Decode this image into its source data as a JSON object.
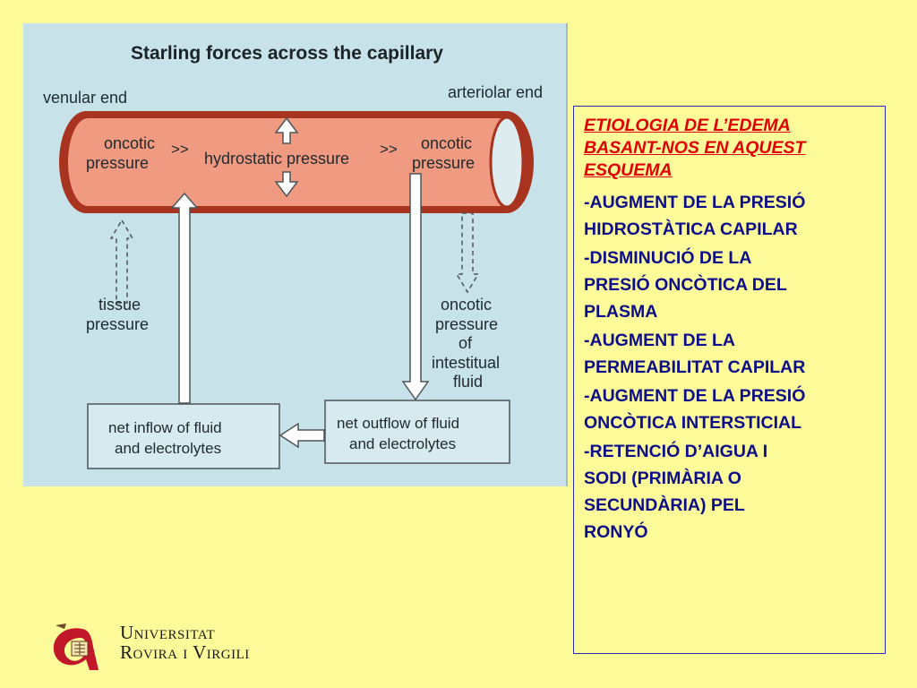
{
  "diagram": {
    "title": "Starling forces across the capillary",
    "venular_end": "venular end",
    "arteriolar_end": "arteriolar end",
    "oncotic_left": [
      "oncotic",
      "pressure"
    ],
    "oncotic_right": [
      "oncotic",
      "pressure"
    ],
    "gt_left": ">>",
    "gt_right": ">>",
    "hydrostatic": "hydrostatic pressure",
    "tissue_pressure": [
      "tissue",
      "pressure"
    ],
    "oncotic_interstitial": [
      "oncotic",
      "pressure",
      "of",
      "intestitual",
      "fluid"
    ],
    "net_inflow": [
      "net inflow of fluid",
      "and electrolytes"
    ],
    "net_outflow": [
      "net outflow of fluid",
      "and electrolytes"
    ]
  },
  "textbox": {
    "heading": [
      "ETIOLOGIA DE L’EDEMA",
      "BASANT-NOS EN AQUEST",
      "ESQUEMA"
    ],
    "items": [
      [
        "-AUGMENT DE LA PRESIÓ",
        "HIDROSTÀTICA CAPILAR"
      ],
      [
        "-DISMINUCIÓ DE LA",
        "PRESIÓ ONCÒTICA DEL",
        "PLASMA"
      ],
      [
        "-AUGMENT DE LA",
        "PERMEABILITAT CAPILAR"
      ],
      [
        "-AUGMENT DE LA PRESIÓ",
        "ONCÒTICA INTERSTICIAL"
      ],
      [
        "-RETENCIÓ D’AIGUA I",
        "SODI (PRIMÀRIA O",
        "SECUNDÀRIA) PEL",
        "RONYÓ"
      ]
    ]
  },
  "logo": {
    "line1": "Universitat",
    "line2": "Rovira i Virgili"
  }
}
